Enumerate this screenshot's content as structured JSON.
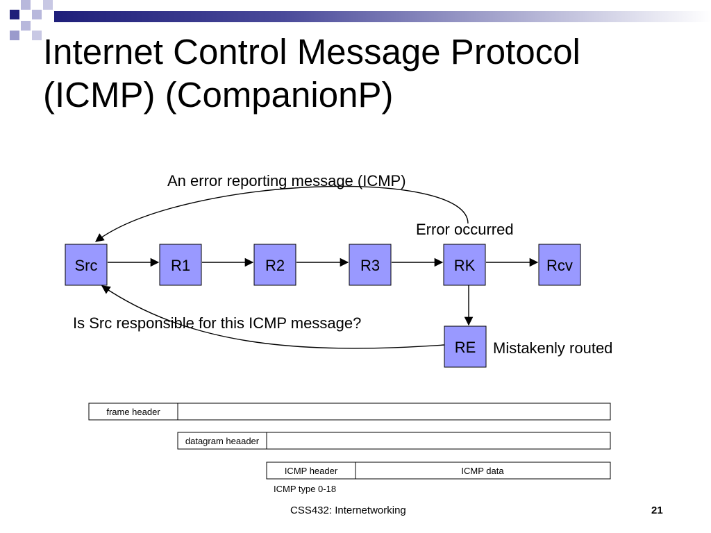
{
  "slide": {
    "title": "Internet Control Message Protocol (ICMP) (CompanionP)",
    "footer": "CSS432: Internetworking",
    "page_number": "21"
  },
  "diagram": {
    "nodes": {
      "src": "Src",
      "r1": "R1",
      "r2": "R2",
      "r3": "R3",
      "rk": "RK",
      "rcv": "Rcv",
      "re": "RE"
    },
    "annotations": {
      "error_report": "An error reporting message (ICMP)",
      "error_occurred": "Error occurred",
      "src_question": "Is Src responsible for this ICMP message?",
      "mistaken_route": "Mistakenly routed"
    },
    "packet": {
      "frame_header": "frame header",
      "datagram_header": "datagram heaader",
      "icmp_header": "ICMP header",
      "icmp_data": "ICMP data",
      "icmp_type": "ICMP type 0-18"
    },
    "colors": {
      "node_fill": "#9999ff",
      "accent_dark": "#1f1f7a"
    }
  }
}
